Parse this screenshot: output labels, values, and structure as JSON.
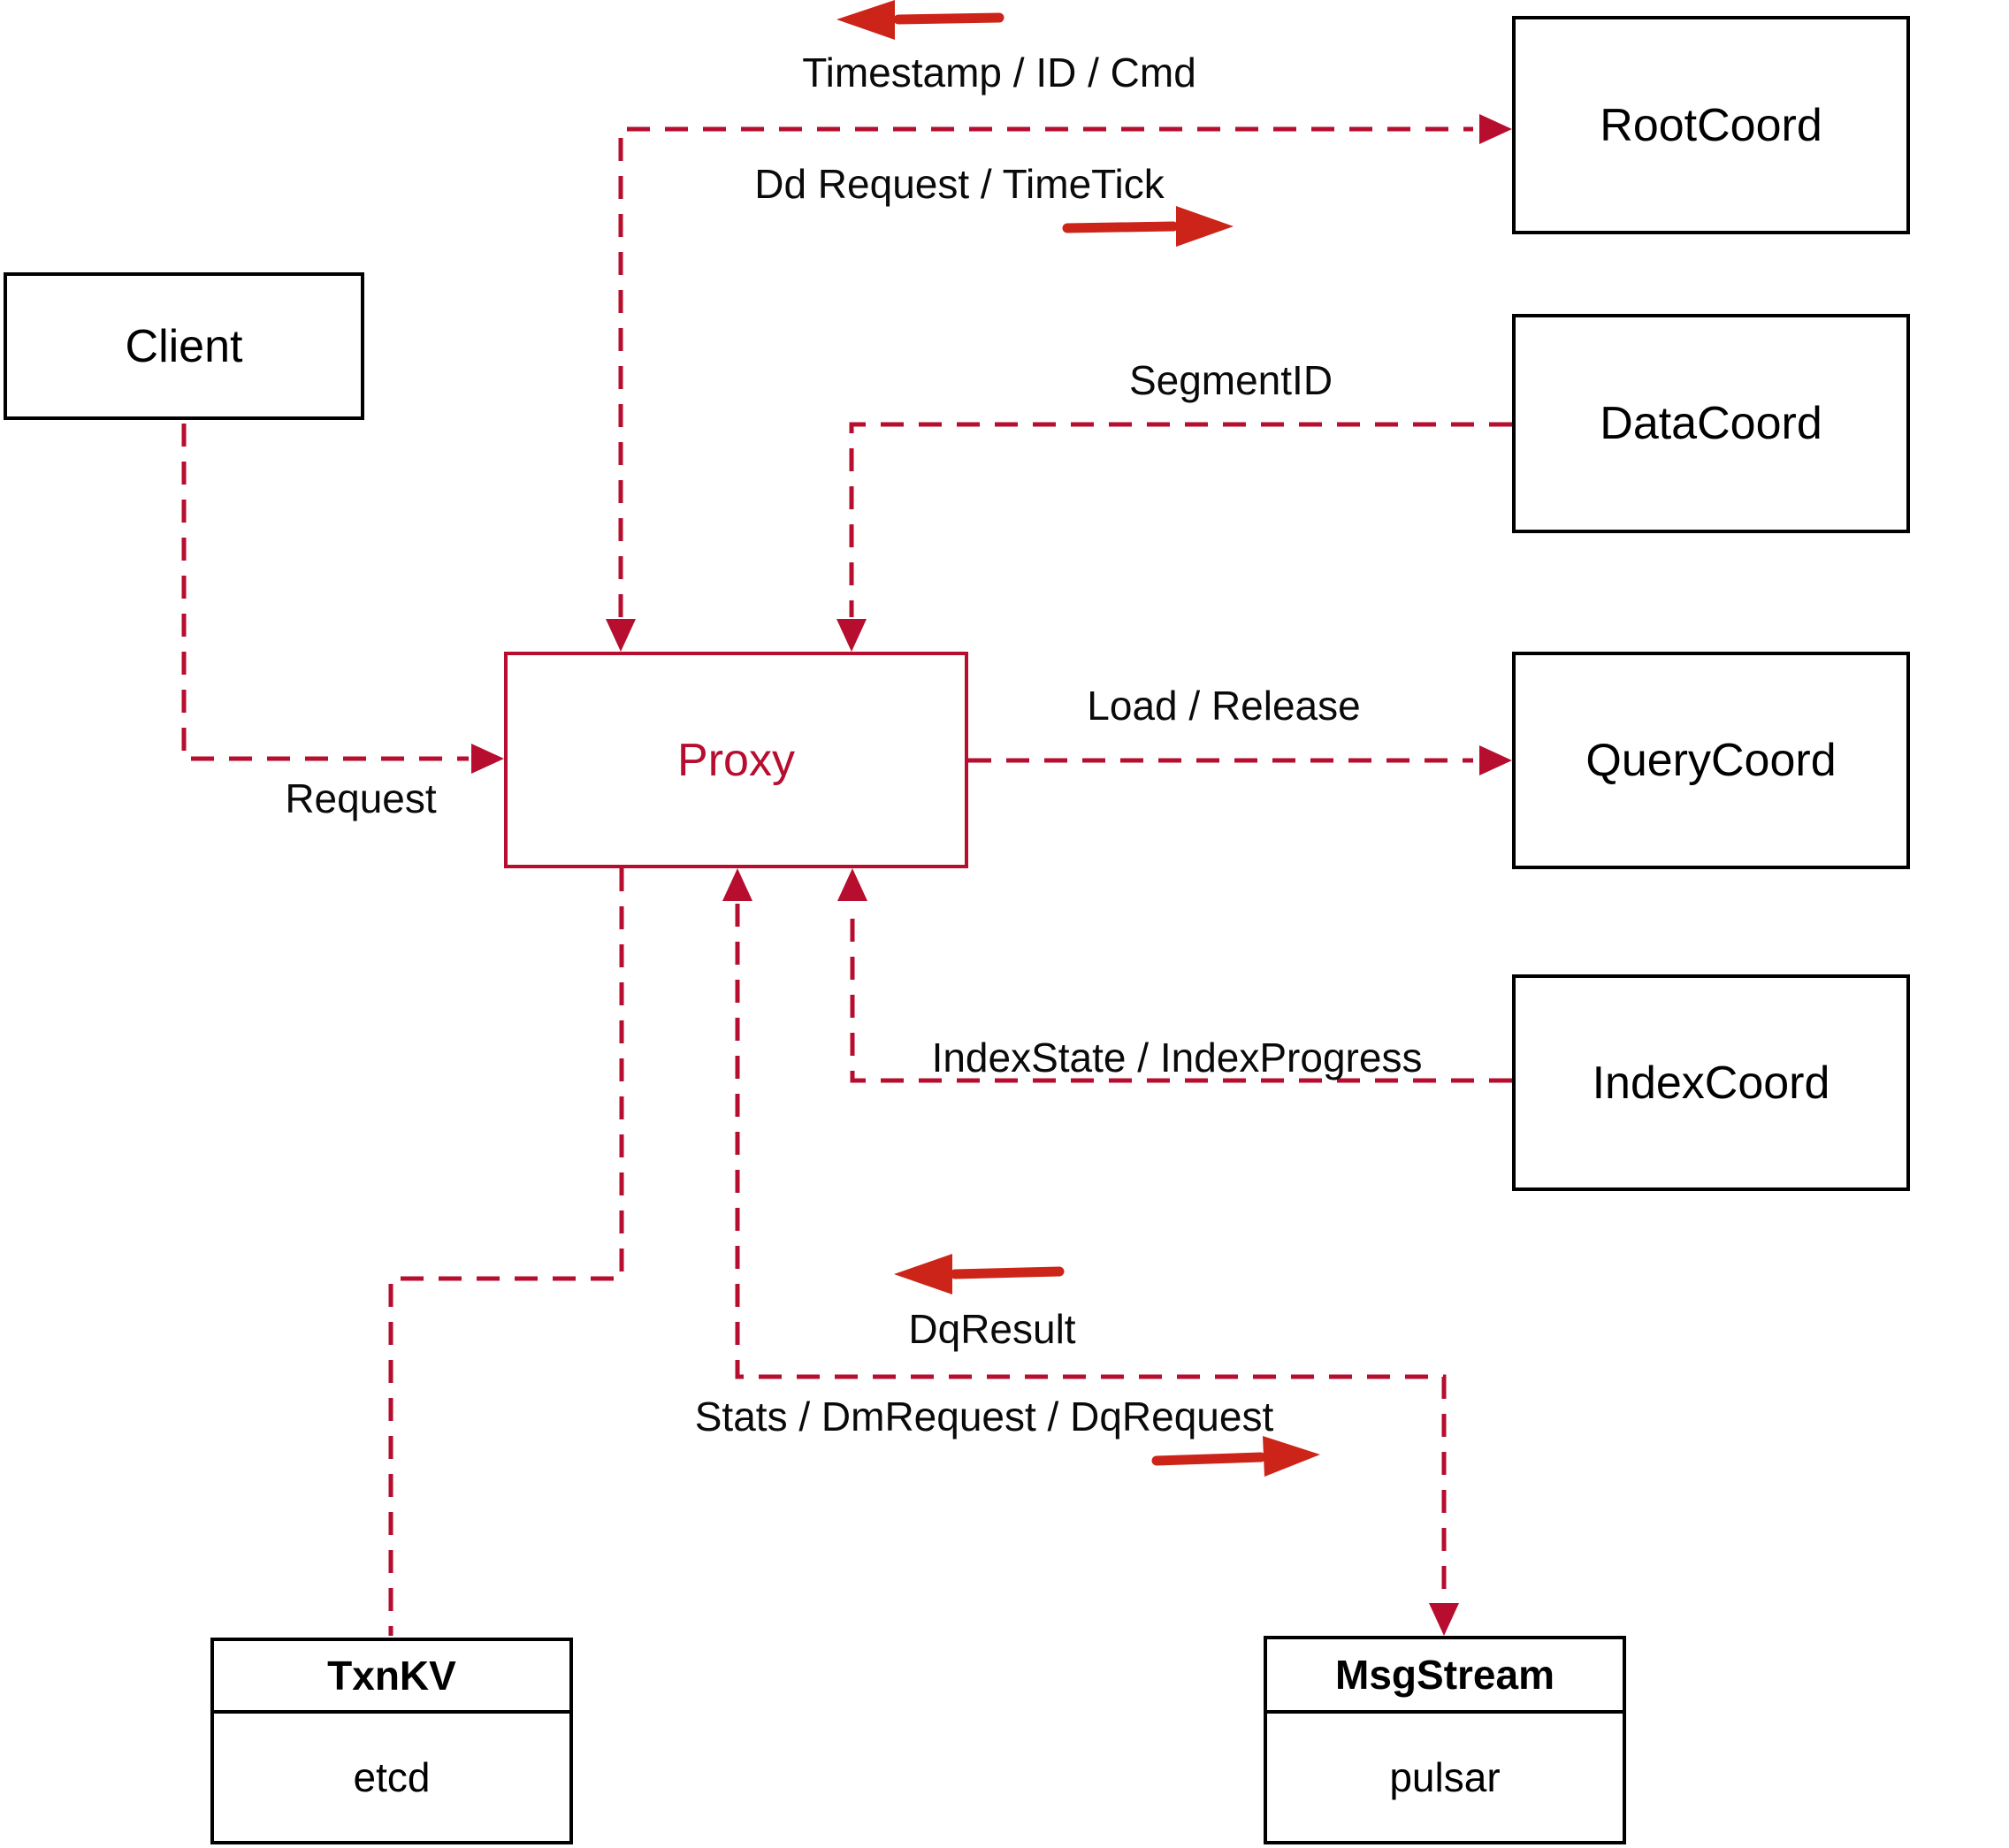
{
  "colors": {
    "dashed_line": "#b70d2e",
    "solid_arrow": "#cc2418",
    "box_border": "#000000",
    "proxy_accent": "#b70d2e",
    "label_text": "#0a0a0a",
    "background": "#ffffff"
  },
  "nodes": {
    "client": {
      "label": "Client"
    },
    "rootcoord": {
      "label": "RootCoord"
    },
    "datacoord": {
      "label": "DataCoord"
    },
    "querycoord": {
      "label": "QueryCoord"
    },
    "indexcoord": {
      "label": "IndexCoord"
    },
    "proxy": {
      "label": "Proxy"
    },
    "txnkv": {
      "title": "TxnKV",
      "subtitle": "etcd"
    },
    "msgstream": {
      "title": "MsgStream",
      "subtitle": "pulsar"
    }
  },
  "edge_labels": {
    "timestamp_id_cmd": "Timestamp / ID / Cmd",
    "dd_request_timetick": "Dd Request / TimeTick",
    "segment_id": "SegmentID",
    "load_release": "Load / Release",
    "index_state_progress": "IndexState / IndexProgress",
    "request": "Request",
    "dq_result": "DqResult",
    "stats_dm_dq": "Stats / DmRequest / DqRequest"
  }
}
